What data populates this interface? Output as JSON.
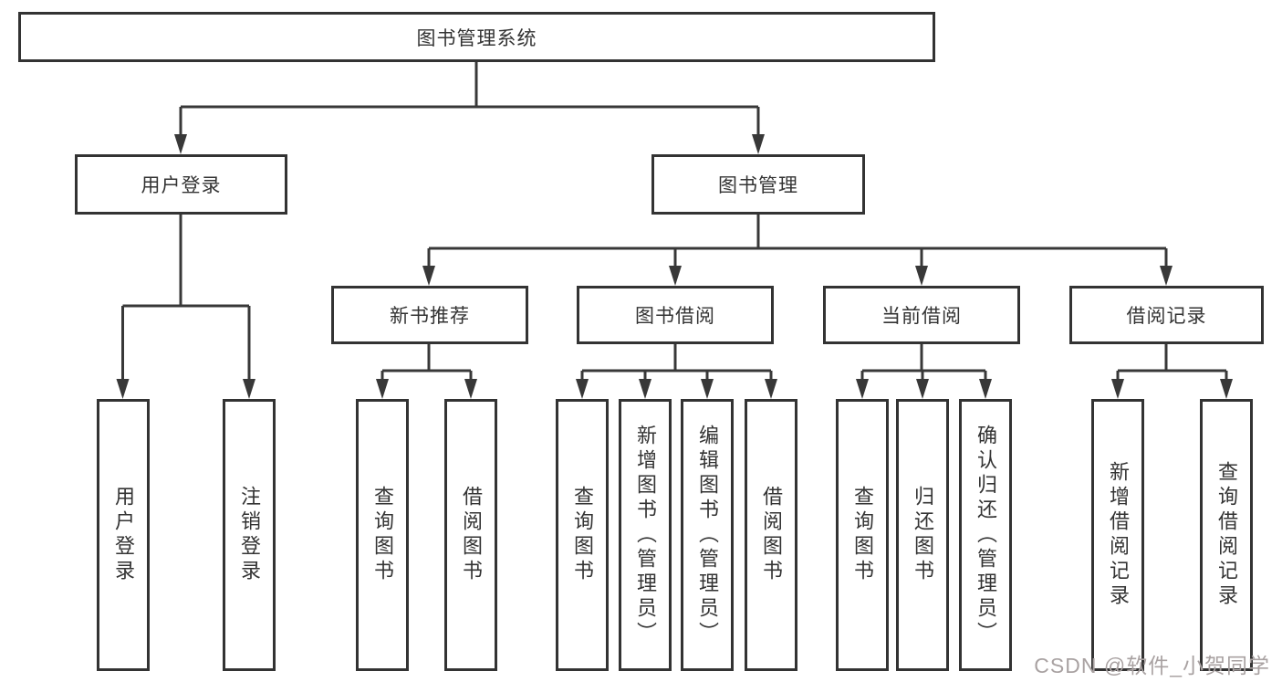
{
  "colors": {
    "background": "#ffffff",
    "line": "#383838",
    "box_border": "#333333",
    "text": "#333333",
    "watermark": "#a9a2a2"
  },
  "diagram": {
    "type": "hierarchy-tree",
    "root": {
      "label": "图书管理系统"
    },
    "branches": [
      {
        "label": "用户登录"
      },
      {
        "label": "图书管理"
      }
    ],
    "modules": [
      {
        "label": "新书推荐",
        "parent": "图书管理"
      },
      {
        "label": "图书借阅",
        "parent": "图书管理"
      },
      {
        "label": "当前借阅",
        "parent": "图书管理"
      },
      {
        "label": "借阅记录",
        "parent": "图书管理"
      }
    ],
    "leaves": [
      {
        "label": "用户登录",
        "parent": "用户登录"
      },
      {
        "label": "注销登录",
        "parent": "用户登录"
      },
      {
        "label": "查询图书",
        "parent": "新书推荐"
      },
      {
        "label": "借阅图书",
        "parent": "新书推荐"
      },
      {
        "label": "查询图书",
        "parent": "图书借阅"
      },
      {
        "label": "新增图书（管理员）",
        "parent": "图书借阅"
      },
      {
        "label": "编辑图书（管理员）",
        "parent": "图书借阅"
      },
      {
        "label": "借阅图书",
        "parent": "图书借阅"
      },
      {
        "label": "查询图书",
        "parent": "当前借阅"
      },
      {
        "label": "归还图书",
        "parent": "当前借阅"
      },
      {
        "label": "确认归还（管理员）",
        "parent": "当前借阅"
      },
      {
        "label": "新增借阅记录",
        "parent": "借阅记录"
      },
      {
        "label": "查询借阅记录",
        "parent": "借阅记录"
      }
    ]
  },
  "watermark": {
    "text": "CSDN @软件_小贺同学"
  }
}
